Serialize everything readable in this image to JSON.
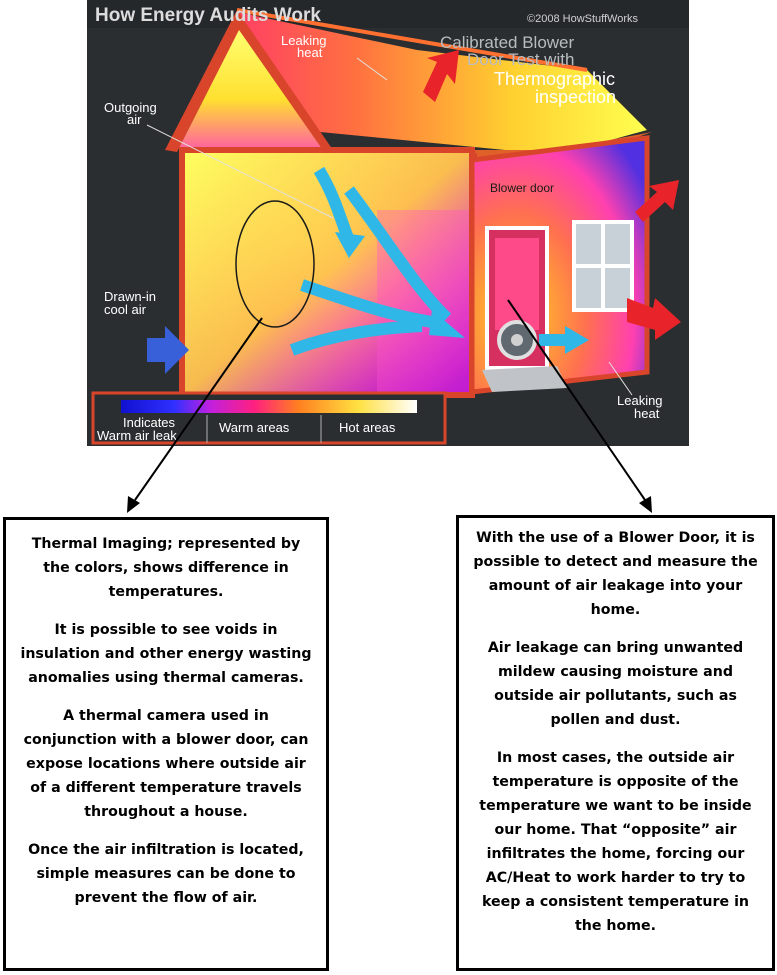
{
  "header": {
    "title": "How Energy Audits Work",
    "credit": "©2008 HowStuffWorks",
    "subtitle_lines": [
      "Calibrated Blower",
      "Door Test with",
      "Thermographic",
      "inspection"
    ]
  },
  "labels": {
    "leaking_heat_top": [
      "Leaking",
      "heat"
    ],
    "outgoing_air": [
      "Outgoing",
      "air"
    ],
    "blower_door": "Blower door",
    "drawn_in": [
      "Drawn-in",
      "cool air"
    ],
    "leaking_heat_right": [
      "Leaking",
      "heat"
    ]
  },
  "legend": {
    "indicates": [
      "Indicates",
      "Warm air leak"
    ],
    "warm": "Warm areas",
    "hot": "Hot areas"
  },
  "left_box": [
    "Thermal Imaging; represented by the colors, shows difference in temperatures.",
    "It is possible to see voids in insulation and other energy wasting anomalies using thermal cameras.",
    "A thermal camera used in conjunction with a blower door, can expose locations where outside air of a different temperature travels throughout a house.",
    "Once the air infiltration is located, simple measures can be done to prevent the flow of air."
  ],
  "right_box": [
    "With the use of a Blower Door, it is possible to detect and measure the amount of air leakage into your home.",
    "Air leakage can bring unwanted mildew causing moisture and outside air pollutants, such as pollen and dust.",
    "In most cases, the outside air temperature is opposite of the temperature we want to be inside our home. That “opposite” air infiltrates the home, forcing our AC/Heat to work harder to try to keep a consistent temperature in the home."
  ],
  "colors": {
    "background": "#2a2d30",
    "roof_trim": "#d8452a",
    "arrow_blue": "#2fb7e8",
    "arrow_red": "#e8242a"
  }
}
